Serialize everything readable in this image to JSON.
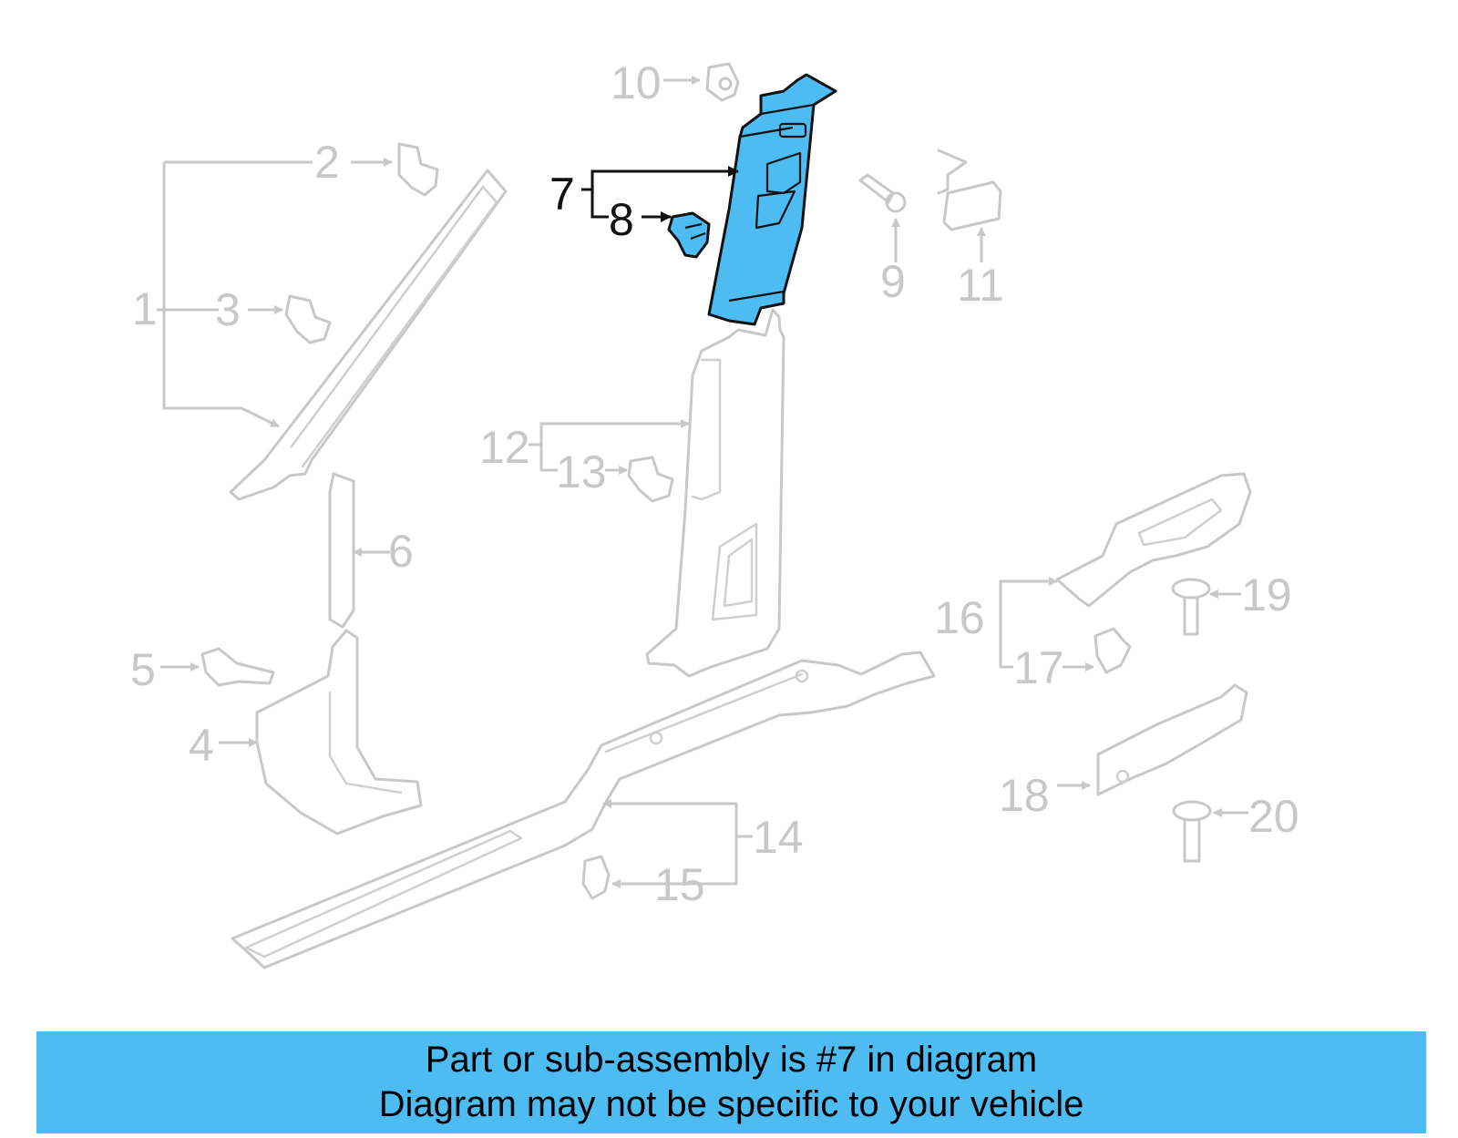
{
  "colors": {
    "highlight": "#4dbcf3",
    "banner": "#4dbcf3",
    "ghost": "#c8c8c8",
    "active_text": "#111111"
  },
  "callouts": [
    "1",
    "2",
    "3",
    "4",
    "5",
    "6",
    "7",
    "8",
    "9",
    "10",
    "11",
    "12",
    "13",
    "14",
    "15",
    "16",
    "17",
    "18",
    "19",
    "20"
  ],
  "highlighted_part": "7",
  "banner": {
    "line1": "Part or sub-assembly is #7 in diagram",
    "line2": "Diagram may not be specific to your vehicle"
  }
}
